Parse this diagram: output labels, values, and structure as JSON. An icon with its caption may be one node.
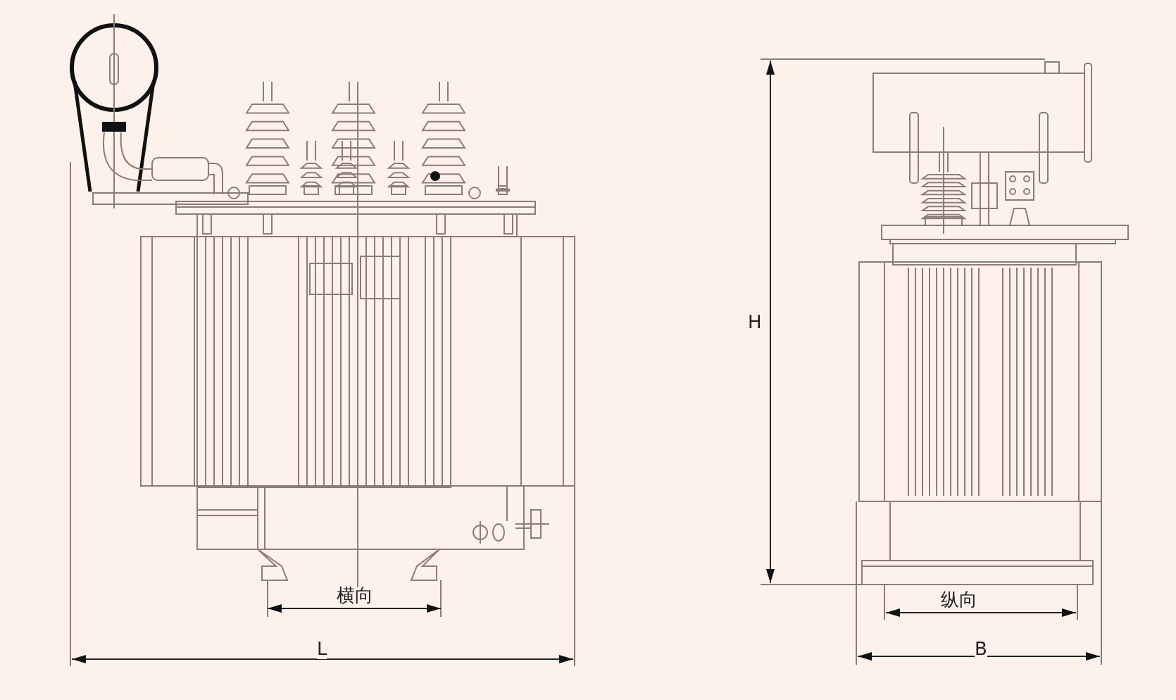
{
  "diagram": {
    "labels": [
      "横向",
      "L",
      "H",
      "纵向",
      "B"
    ]
  }
}
